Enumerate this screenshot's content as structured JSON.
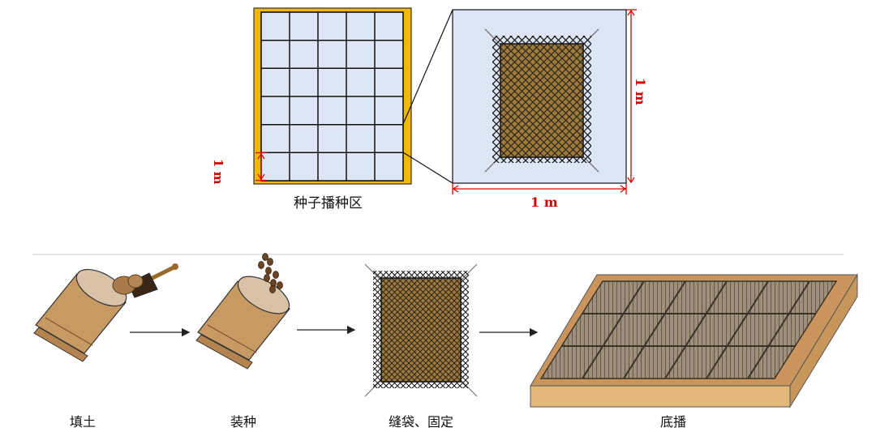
{
  "top": {
    "grid_caption": "种子播种区",
    "grid_dim_label": "1 m",
    "zoom_width_label": "1 m",
    "zoom_height_label": "1 m",
    "colors": {
      "frame": "#f2b800",
      "cell": "#dde6f4",
      "dim": "#e00000",
      "soil": "#a07a3a",
      "net": "#1a1a1a"
    },
    "grid": {
      "cols": 5,
      "rows": 6
    }
  },
  "steps": [
    {
      "label": "填土",
      "icon": "bag-fill-soil-icon"
    },
    {
      "label": "装种",
      "icon": "bag-add-seed-icon"
    },
    {
      "label": "缝袋、固定",
      "icon": "netted-bag-icon"
    },
    {
      "label": "底播",
      "icon": "seeded-bed-icon"
    }
  ]
}
